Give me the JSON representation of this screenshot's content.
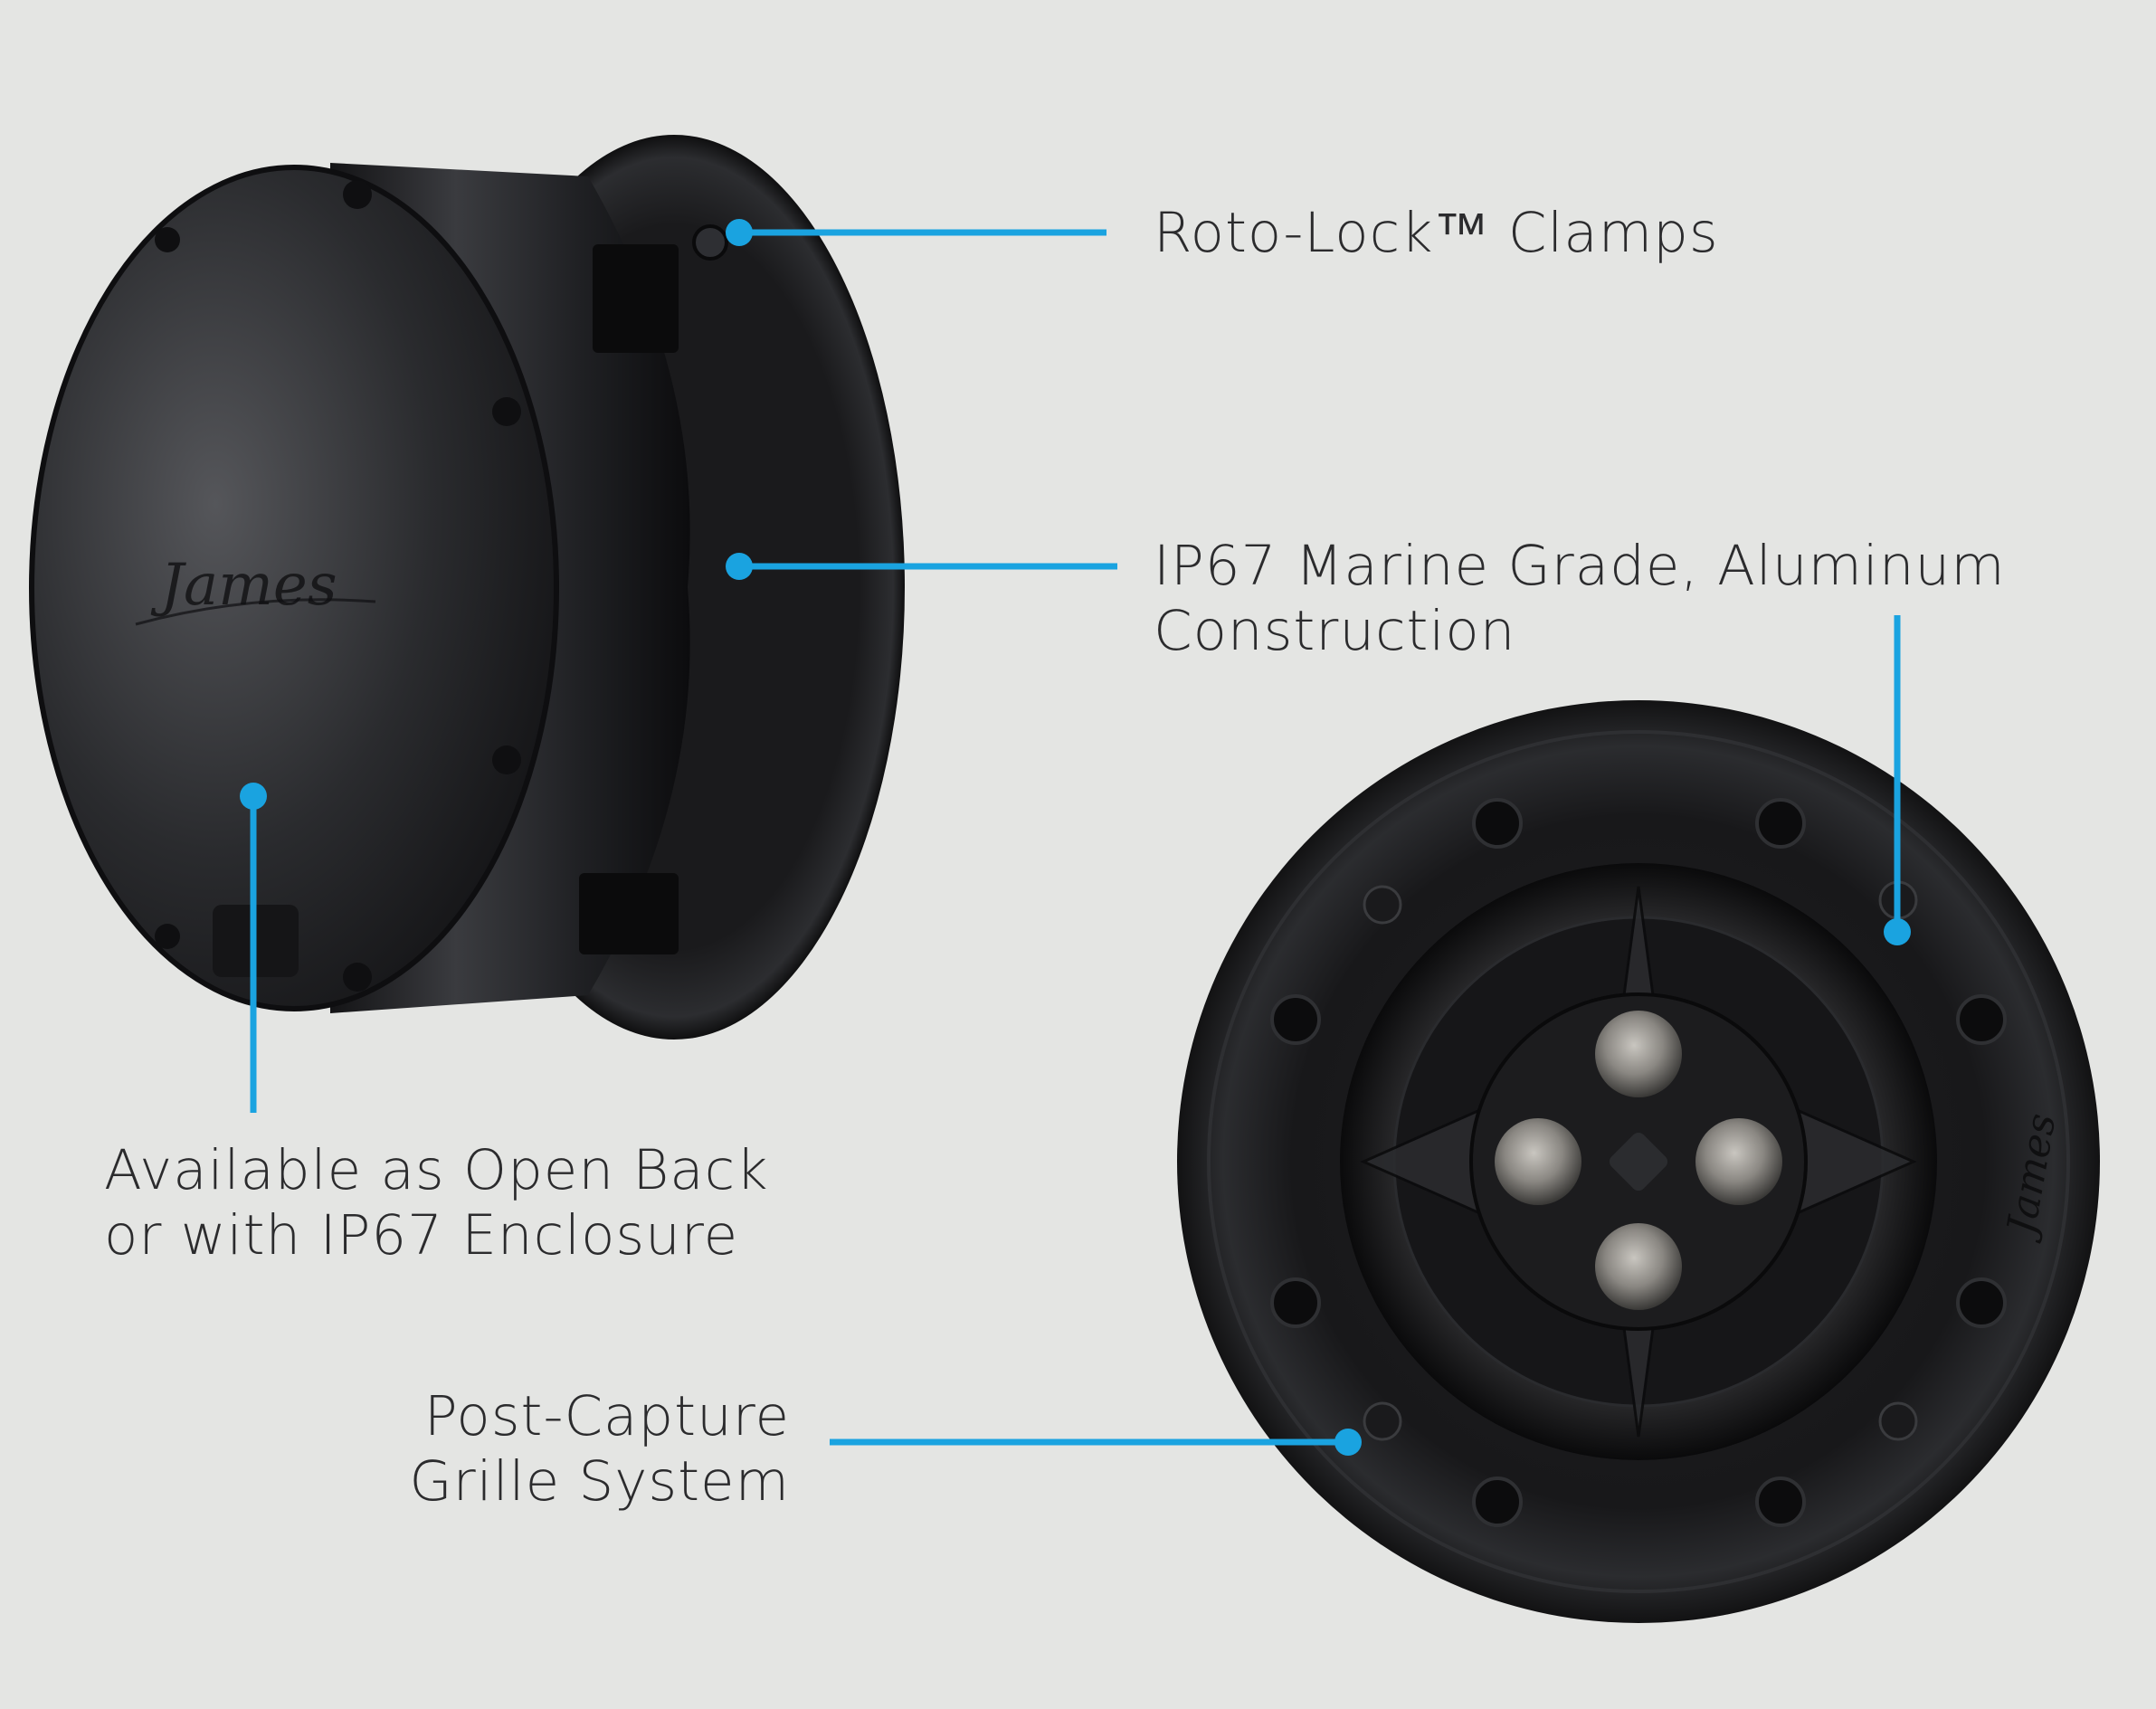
{
  "colors": {
    "background": "#e4e5e3",
    "accent": "#1aa3e0",
    "speaker_body": "#1c1c1e",
    "label_text": "#2b2b2d"
  },
  "brand_script": "James",
  "callouts": {
    "clamps": {
      "lines": [
        "Roto-Lock™ Clamps"
      ]
    },
    "construction": {
      "lines": [
        "IP67 Marine Grade, Aluminum",
        "Construction"
      ]
    },
    "enclosure": {
      "lines": [
        "Available as Open Back",
        "or with IP67 Enclosure"
      ]
    },
    "grille": {
      "lines": [
        "Post-Capture",
        "Grille System"
      ]
    }
  }
}
